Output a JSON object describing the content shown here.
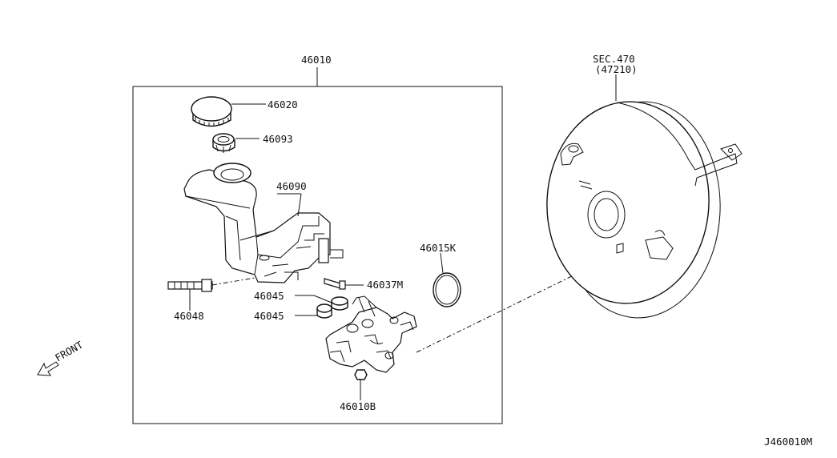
{
  "parts": {
    "assembly": "46010",
    "cap": "46020",
    "strainer": "46093",
    "reservoir": "46090",
    "seal_ring": "46015K",
    "pin": "46037M",
    "grommet_upper": "46045",
    "grommet_lower": "46045",
    "bolt": "46048",
    "nut": "46010B"
  },
  "booster": {
    "section": "SEC.470",
    "part": "(47210)"
  },
  "front_label": "FRONT",
  "diagram_id": "J460010M"
}
